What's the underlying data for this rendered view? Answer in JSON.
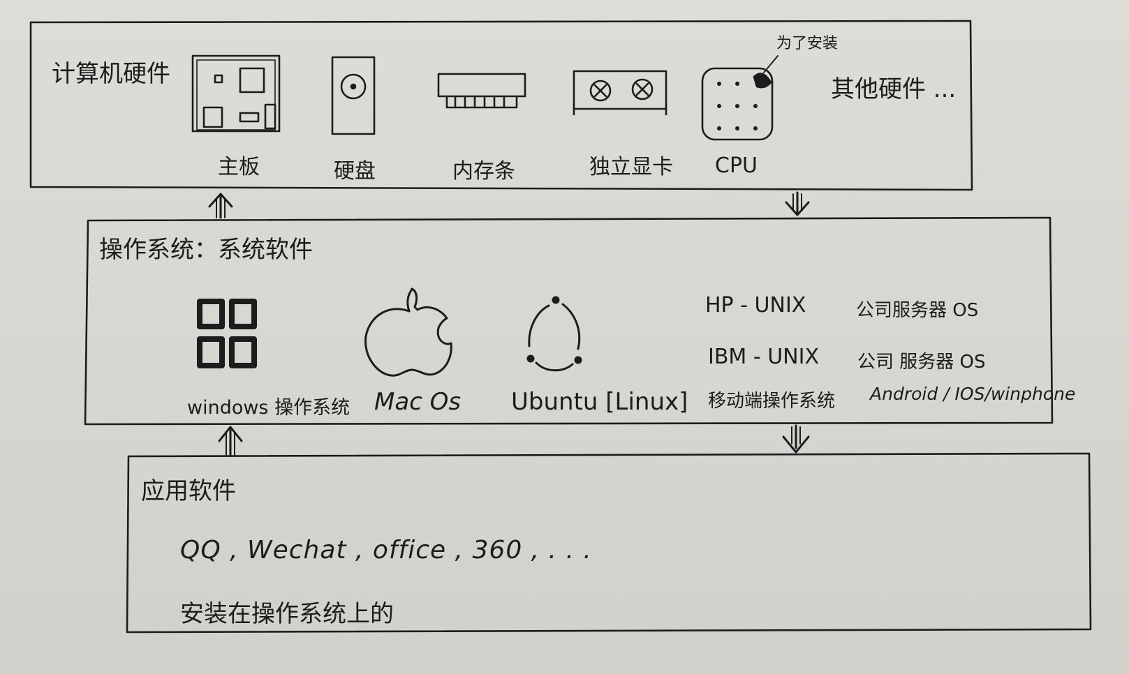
{
  "hardware": {
    "title": "计算机硬件",
    "items": [
      {
        "label": "主板",
        "icon": "motherboard-icon"
      },
      {
        "label": "硬盘",
        "icon": "hard-disk-icon"
      },
      {
        "label": "内存条",
        "icon": "memory-stick-icon"
      },
      {
        "label": "独立显卡",
        "icon": "graphics-card-icon"
      },
      {
        "label": "CPU",
        "icon": "cpu-icon"
      }
    ],
    "cpu_note": "为了安装",
    "others": "其他硬件 ..."
  },
  "os": {
    "title": "操作系统：系统软件",
    "items": [
      {
        "label": "windows 操作系统",
        "icon": "windows-logo-icon"
      },
      {
        "label": "Mac Os",
        "icon": "apple-logo-icon"
      },
      {
        "label": "Ubuntu [Linux]",
        "icon": "ubuntu-logo-icon"
      }
    ],
    "servers": [
      {
        "name": "HP - UNIX",
        "desc": "公司服务器 OS"
      },
      {
        "name": "IBM - UNIX",
        "desc": "公司 服务器 OS"
      }
    ],
    "mobile": {
      "label": "移动端操作系统",
      "value": "Android / IOS/winphone"
    }
  },
  "apps": {
    "title": "应用软件",
    "list": "QQ , Wechat , office , 360 , . . .",
    "note": "安装在操作系统上的"
  },
  "arrows": [
    "arrow-up-icon",
    "arrow-down-icon"
  ],
  "colors": {
    "ink": "#1c1c1c",
    "paper": "#dbd9d4"
  }
}
